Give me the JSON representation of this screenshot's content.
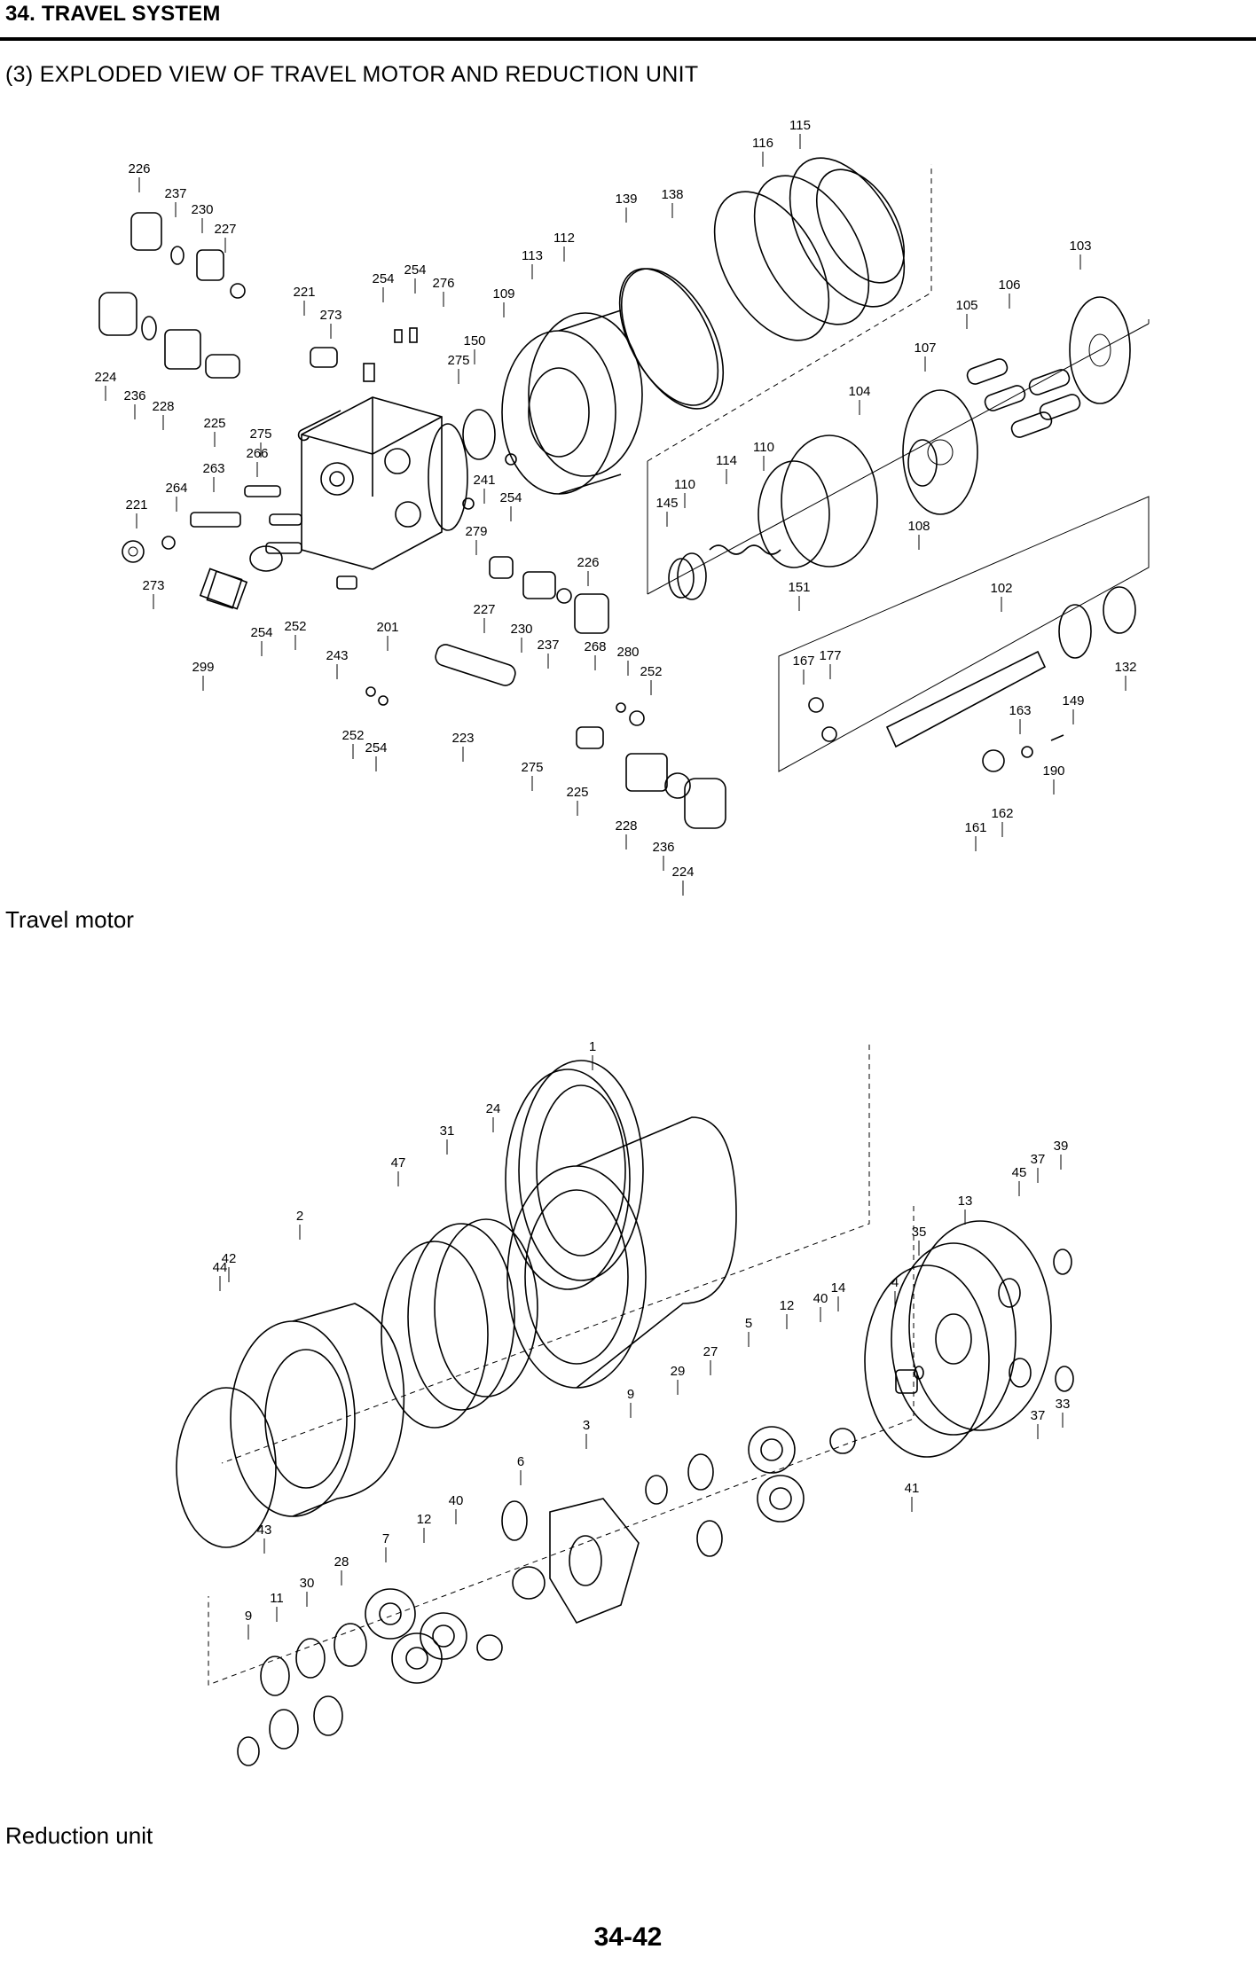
{
  "header": {
    "title": "34. TRAVEL SYSTEM"
  },
  "section": {
    "title": "(3)  EXPLODED VIEW OF TRAVEL MOTOR AND REDUCTION UNIT"
  },
  "motor": {
    "caption": "Travel motor",
    "callouts": [
      "226",
      "237",
      "230",
      "227",
      "221",
      "273",
      "254",
      "254",
      "276",
      "113",
      "112",
      "109",
      "139",
      "138",
      "116",
      "115",
      "103",
      "106",
      "105",
      "107",
      "224",
      "236",
      "228",
      "225",
      "275",
      "266",
      "263",
      "264",
      "221",
      "273",
      "150",
      "275",
      "241",
      "254",
      "279",
      "104",
      "110",
      "114",
      "110",
      "145",
      "108",
      "151",
      "226",
      "227",
      "230",
      "237",
      "201",
      "252",
      "254",
      "243",
      "299",
      "102",
      "167",
      "177",
      "149",
      "132",
      "163",
      "190",
      "161",
      "162",
      "268",
      "280",
      "252",
      "223",
      "275",
      "225",
      "228",
      "236",
      "224",
      "252",
      "254"
    ]
  },
  "reduction": {
    "caption": "Reduction unit",
    "callouts": [
      "1",
      "24",
      "31",
      "47",
      "2",
      "44",
      "42",
      "43",
      "9",
      "11",
      "30",
      "28",
      "7",
      "12",
      "40",
      "6",
      "3",
      "9",
      "29",
      "27",
      "5",
      "12",
      "40",
      "14",
      "4",
      "35",
      "13",
      "45",
      "37",
      "39",
      "41",
      "37",
      "33"
    ]
  },
  "footer": {
    "page_number": "34-42"
  }
}
